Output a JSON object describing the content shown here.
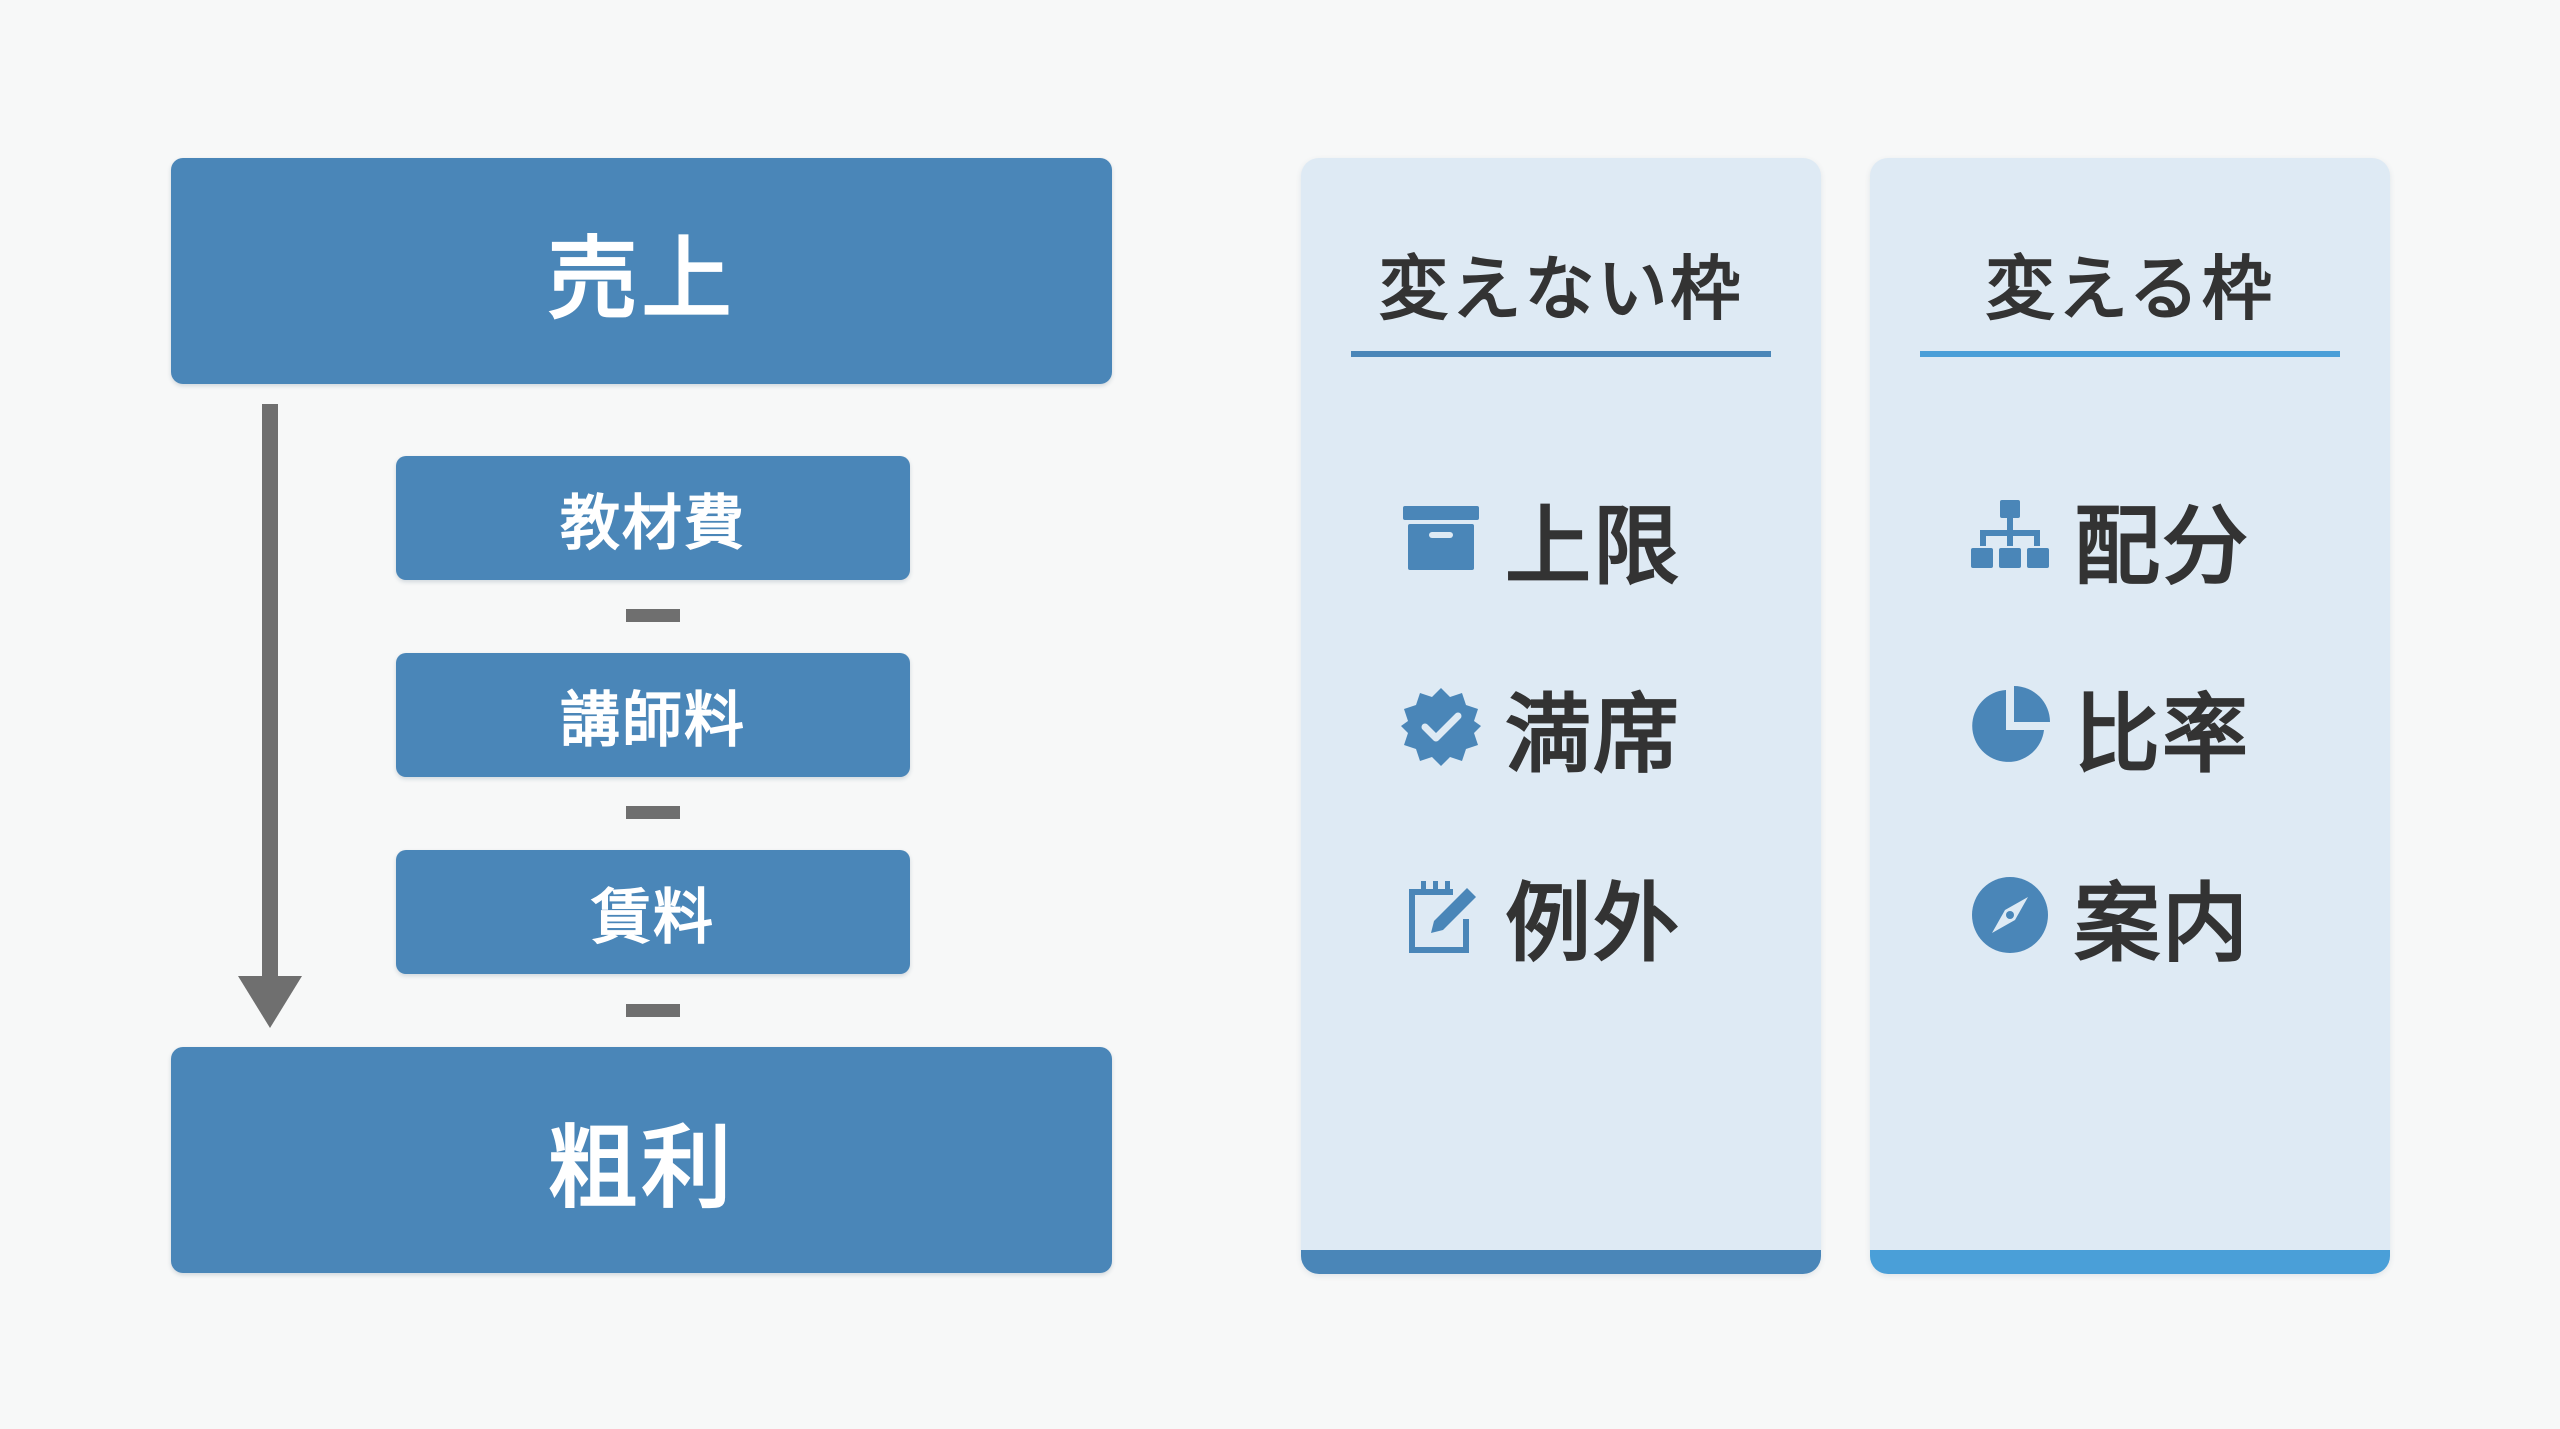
{
  "flow": {
    "top_label": "売上",
    "costs": [
      "教材費",
      "講師料",
      "賃料"
    ],
    "bottom_label": "粗利"
  },
  "fixed_panel": {
    "title": "変えない枠",
    "items": [
      {
        "icon": "archive-box-icon",
        "label": "上限"
      },
      {
        "icon": "verified-check-badge-icon",
        "label": "満席"
      },
      {
        "icon": "notepad-edit-icon",
        "label": "例外"
      }
    ]
  },
  "flexible_panel": {
    "title": "変える枠",
    "items": [
      {
        "icon": "org-chart-icon",
        "label": "配分"
      },
      {
        "icon": "pie-chart-icon",
        "label": "比率"
      },
      {
        "icon": "compass-icon",
        "label": "案内"
      }
    ]
  },
  "colors": {
    "box_blue": "#4a86b8",
    "accent_blue": "#4a9fd8",
    "panel_bg": "#deeaf4",
    "arrow_gray": "#6f6f6f",
    "text_dark": "#333333"
  }
}
